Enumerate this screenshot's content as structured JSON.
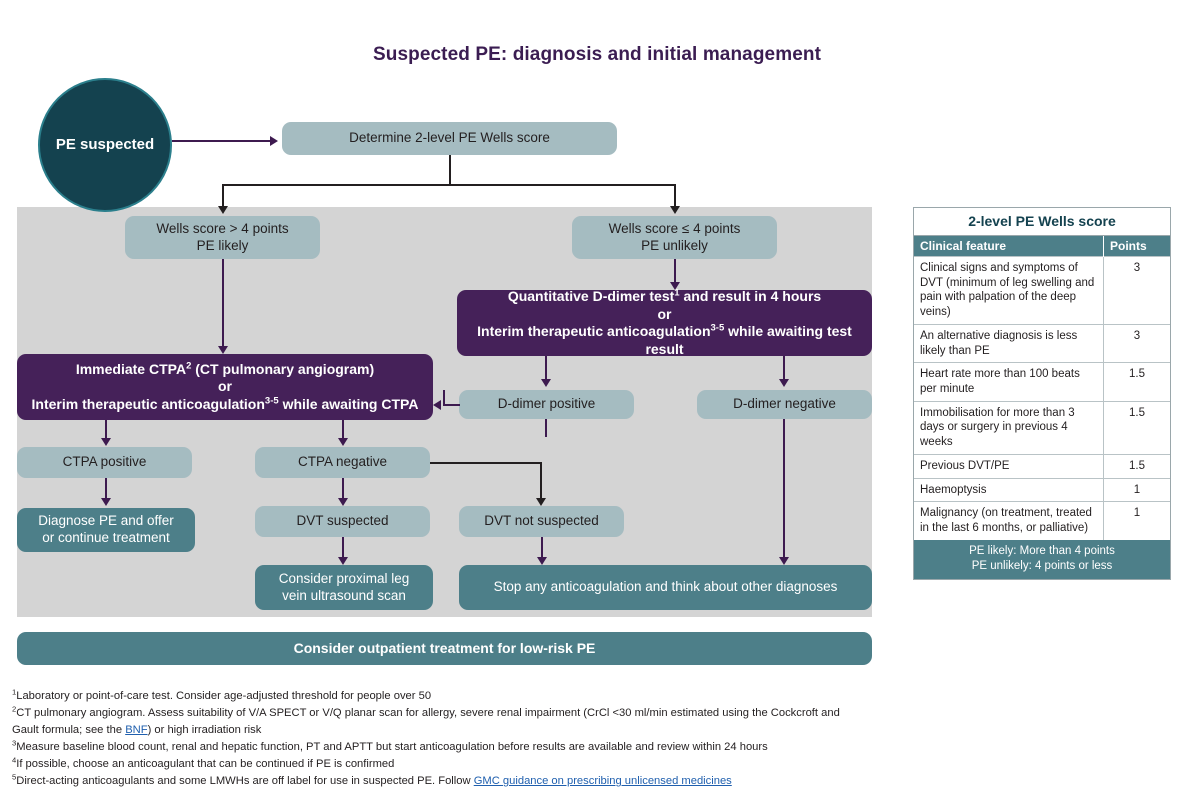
{
  "page": {
    "title": "Suspected PE: diagnosis and initial management"
  },
  "flow": {
    "start": "PE suspected",
    "determine": "Determine 2-level PE Wells score",
    "wells_likely_l1": "Wells score > 4 points",
    "wells_likely_l2": "PE likely",
    "wells_unlikely_l1": "Wells score ≤ 4 points",
    "wells_unlikely_l2": "PE unlikely",
    "ddimer_l1_a": "Quantitative D-dimer test",
    "ddimer_l1_sup": "1",
    "ddimer_l1_b": " and result in 4 hours",
    "ddimer_l2": "or",
    "ddimer_l3_a": "Interim therapeutic anticoagulation",
    "ddimer_l3_sup": "3-5",
    "ddimer_l3_b": " while awaiting test result",
    "ctpa_l1_a": "Immediate CTPA",
    "ctpa_l1_sup": "2",
    "ctpa_l1_b": " (CT pulmonary angiogram)",
    "ctpa_l2": "or",
    "ctpa_l3_a": "Interim therapeutic anticoagulation",
    "ctpa_l3_sup": "3-5",
    "ctpa_l3_b": " while awaiting CTPA",
    "ddimer_positive": "D-dimer positive",
    "ddimer_negative": "D-dimer negative",
    "ctpa_positive": "CTPA positive",
    "ctpa_negative": "CTPA negative",
    "diagnose_l1": "Diagnose PE and offer",
    "diagnose_l2": "or continue treatment",
    "dvt_suspected": "DVT suspected",
    "dvt_not_suspected": "DVT not suspected",
    "proximal_l1": "Consider proximal leg",
    "proximal_l2": "vein ultrasound scan",
    "stop_anticoag": "Stop any anticoagulation and think about other diagnoses",
    "outpatient": "Consider outpatient treatment for low-risk PE"
  },
  "wells_table": {
    "title": "2-level PE Wells score",
    "columns": [
      "Clinical feature",
      "Points"
    ],
    "rows": [
      {
        "feature": "Clinical signs and symptoms of DVT (minimum of leg swelling and pain with palpation of the deep veins)",
        "points": "3"
      },
      {
        "feature": "An alternative diagnosis is less likely than PE",
        "points": "3"
      },
      {
        "feature": "Heart rate more than 100 beats per minute",
        "points": "1.5"
      },
      {
        "feature": "Immobilisation for more than 3 days or surgery in previous 4 weeks",
        "points": "1.5"
      },
      {
        "feature": "Previous DVT/PE",
        "points": "1.5"
      },
      {
        "feature": "Haemoptysis",
        "points": "1"
      },
      {
        "feature": "Malignancy (on treatment, treated in the last 6 months, or palliative)",
        "points": "1"
      }
    ],
    "footer_l1": "PE likely: More than 4 points",
    "footer_l2": "PE unlikely: 4 points or less"
  },
  "footnotes": {
    "n1": "Laboratory or point-of-care test. Consider age-adjusted threshold for people over 50",
    "n2_a": "CT pulmonary angiogram. Assess suitability of V/A SPECT or V/Q planar scan for allergy, severe renal impairment (CrCl <30 ml/min estimated using the Cockcroft and",
    "n2_b_pre": "Gault formula; see the ",
    "n2_link": "BNF",
    "n2_b_post": ") or high irradiation risk",
    "n3": "Measure baseline blood count, renal and hepatic function, PT and APTT but start anticoagulation before results are available and review within 24 hours",
    "n4": "If possible, choose an anticoagulant that can be continued if PE is confirmed",
    "n5_pre": "Direct-acting anticoagulants and some LMWHs are off label for use in suspected PE. Follow ",
    "n5_link": "GMC guidance on prescribing unlicensed medicines",
    "marks": {
      "m1": "1",
      "m2": "2",
      "m3": "3",
      "m4": "4",
      "m5": "5"
    }
  },
  "colors": {
    "title": "#3b1d52",
    "dark_teal": "#14424f",
    "mid_teal": "#4d7f89",
    "light_blue_grey": "#a5bcc1",
    "purple": "#452159",
    "grey_panel": "#d4d4d4",
    "connector": "#3d1a4f",
    "link": "#1f5fae"
  }
}
